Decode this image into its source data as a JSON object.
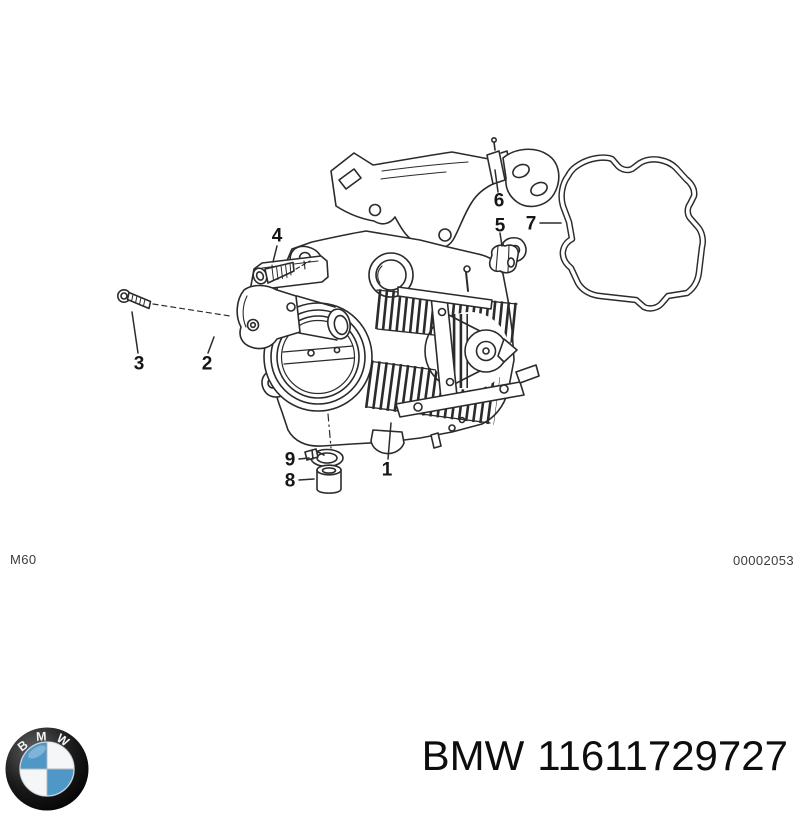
{
  "diagram": {
    "model_code": "M60",
    "doc_number": "00002053",
    "line_color": "#2b2b2b",
    "callouts": [
      "1",
      "2",
      "3",
      "4",
      "5",
      "6",
      "7",
      "8",
      "9"
    ]
  },
  "footer": {
    "brand": "BMW",
    "part_number": "11611729727",
    "logo_letters": "BMW",
    "logo_blue": "#4f97c7"
  }
}
